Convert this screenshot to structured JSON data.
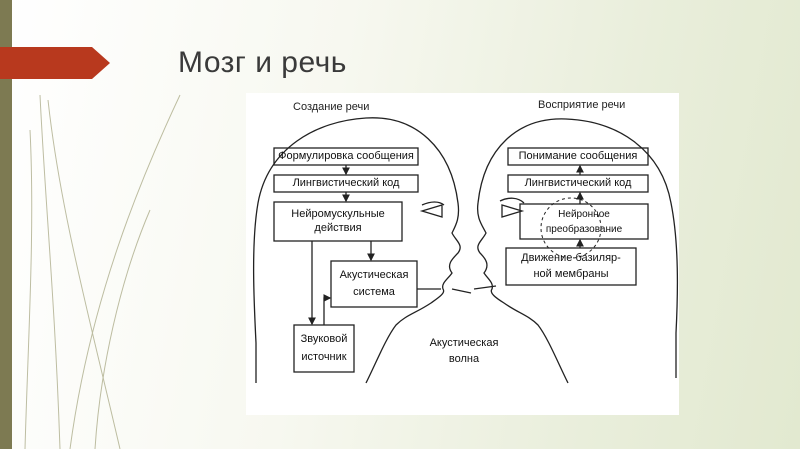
{
  "slide": {
    "title": "Мозг и речь"
  },
  "diagram": {
    "left_header": "Создание речи",
    "right_header": "Восприятие речи",
    "speaker_boxes": {
      "formulation": "Формулировка сообщения",
      "linguistic_code": "Лингвистический код",
      "neuromuscular_line1": "Нейромускульные",
      "neuromuscular_line2": "действия",
      "acoustic_system_line1": "Акустическая",
      "acoustic_system_line2": "система",
      "sound_source_line1": "Звуковой",
      "sound_source_line2": "источник"
    },
    "listener_boxes": {
      "understanding": "Понимание сообщения",
      "linguistic_code": "Лингвистический код",
      "neural_line1": "Нейронное",
      "neural_line2": "преобразование",
      "basilar_line1": "Движение базиляр-",
      "basilar_line2": "ной мембраны"
    },
    "acoustic_wave_line1": "Акустическая",
    "acoustic_wave_line2": "волна",
    "colors": {
      "line": "#222222",
      "arrow_accent": "#b8391e",
      "side_bar": "#7d7a52"
    }
  }
}
